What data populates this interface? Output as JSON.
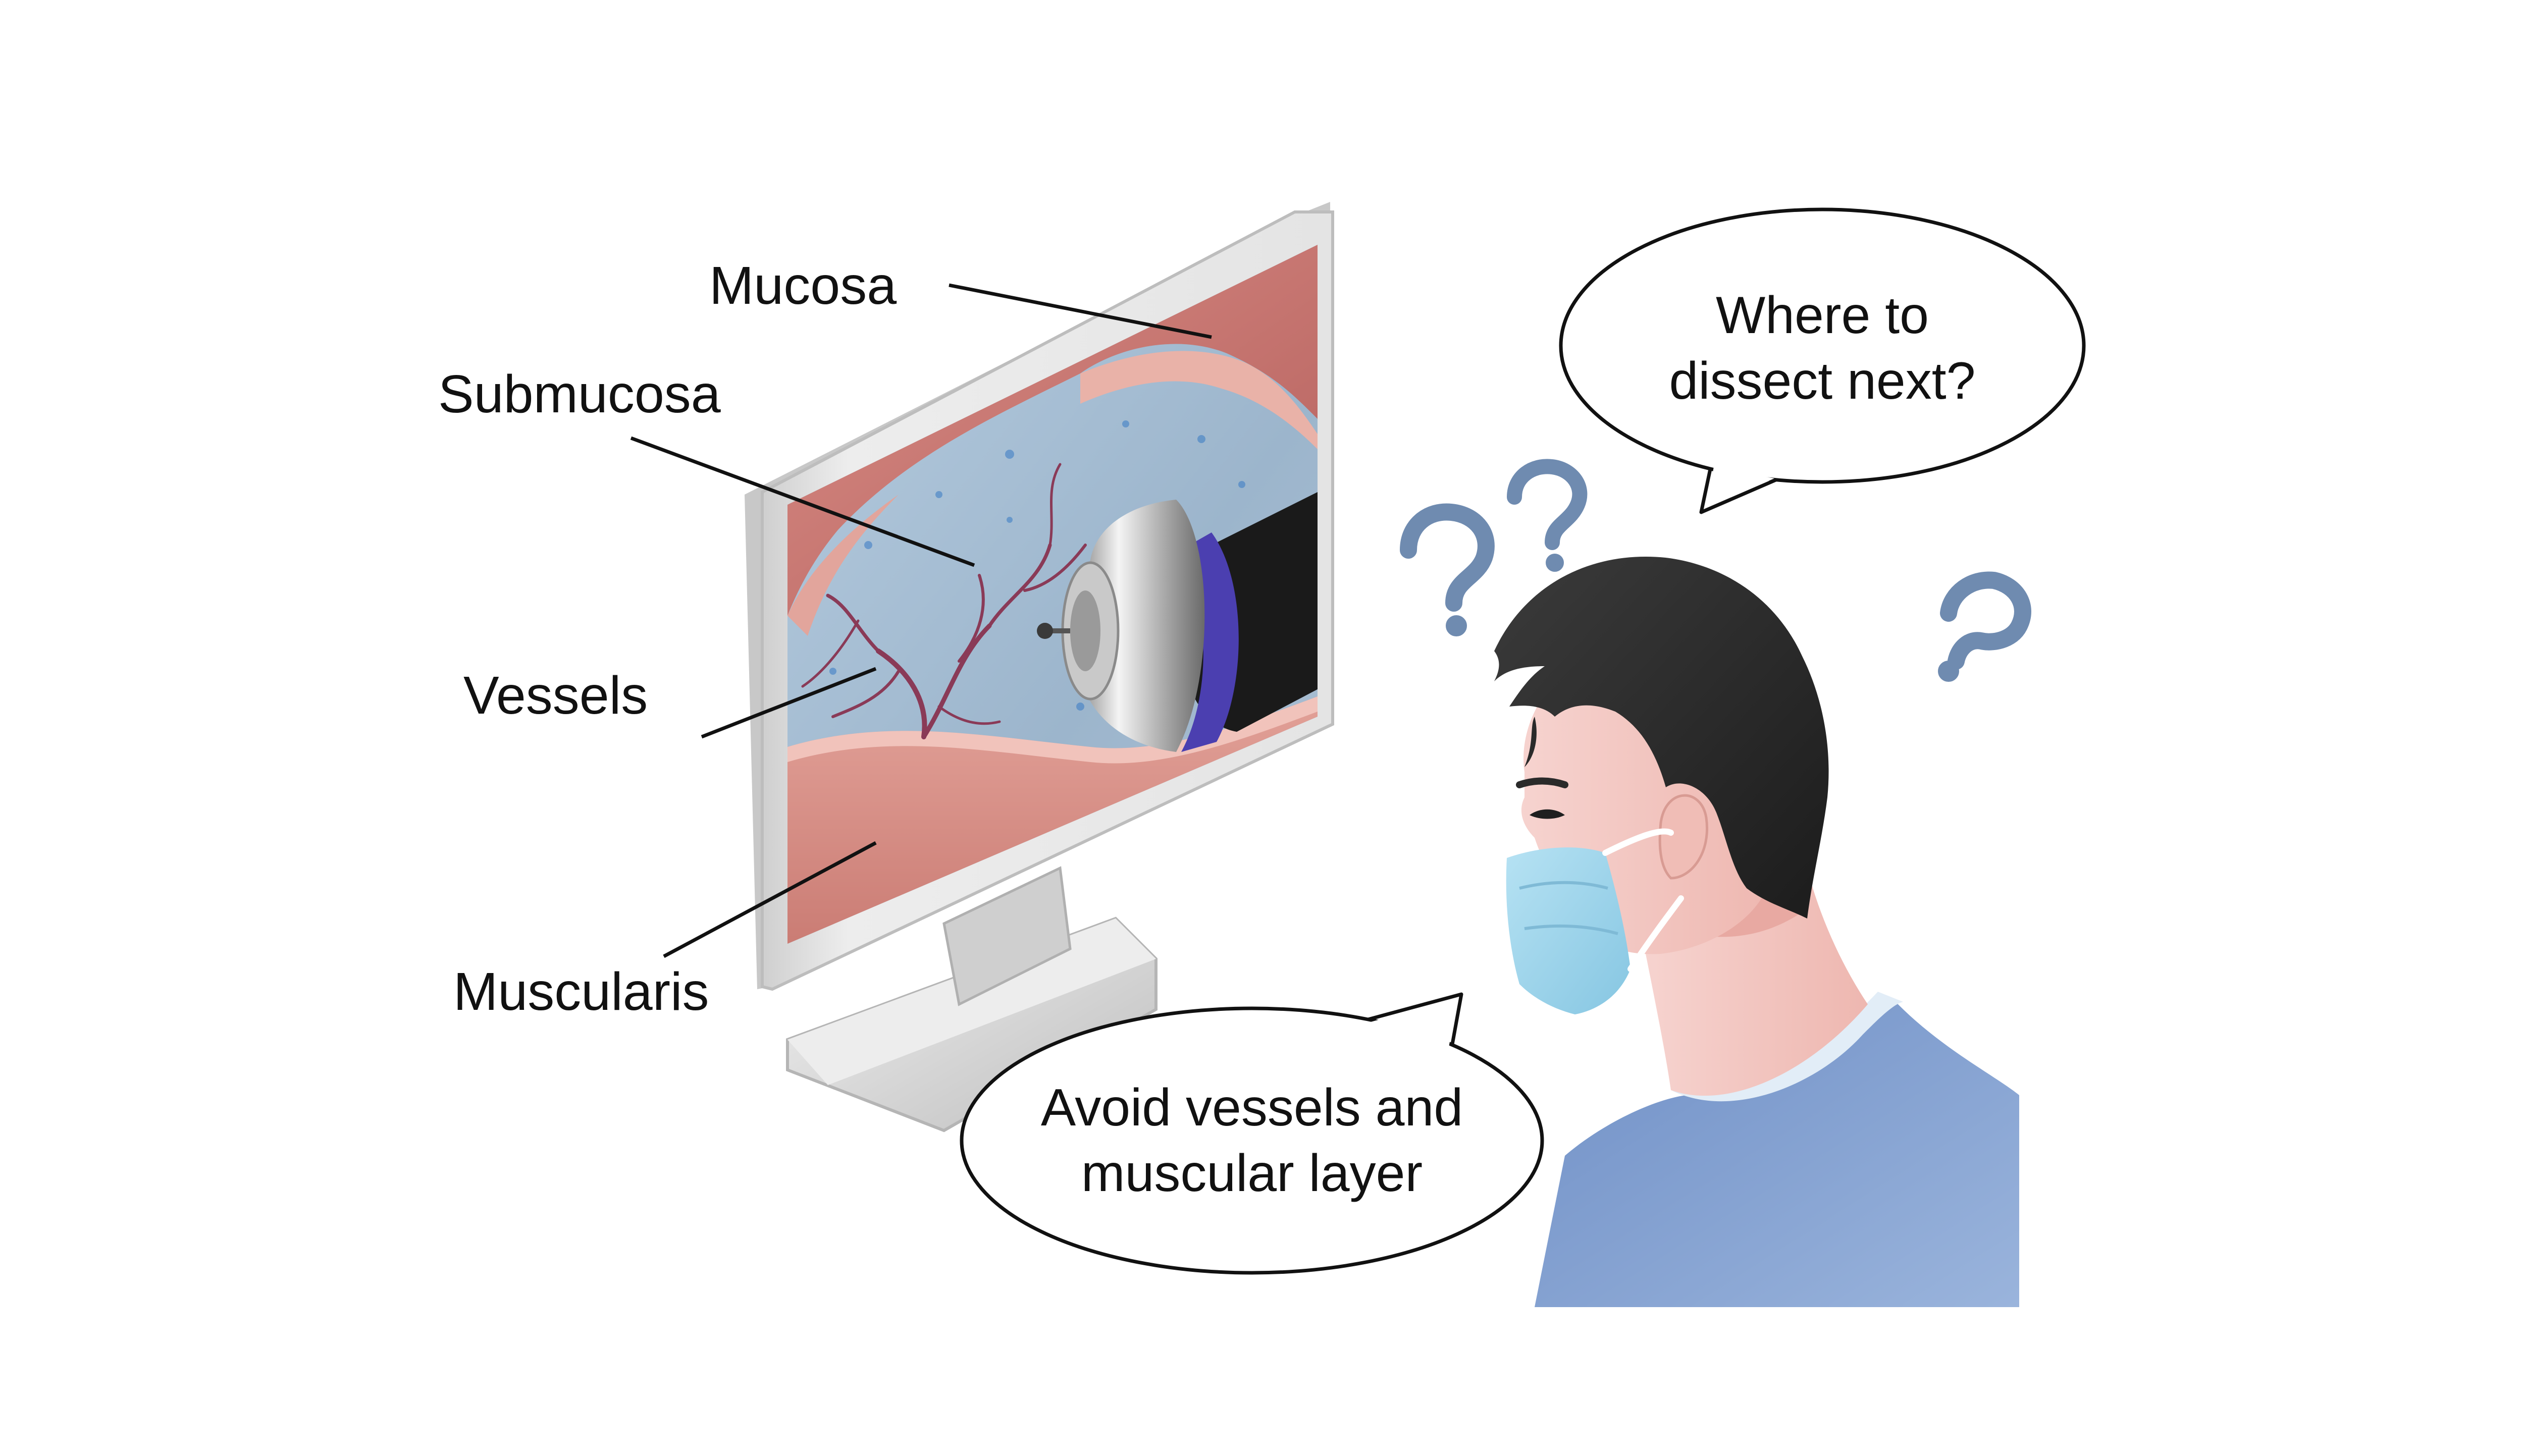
{
  "labels": {
    "mucosa": "Mucosa",
    "submucosa": "Submucosa",
    "vessels": "Vessels",
    "muscularis": "Muscularis"
  },
  "bubbles": {
    "question": {
      "line1": "Where to",
      "line2": "dissect next?"
    },
    "advice": {
      "line1": "Avoid vessels and",
      "line2": "muscular layer"
    }
  },
  "colors": {
    "monitor_frame": "#e3e3e3",
    "tissue_submucosa": "#9fb9cf",
    "tissue_muscularis": "#d88f86",
    "vessel": "#8a3a57",
    "instrument_band": "#4b3fb0",
    "shirt": "#7d9cd0",
    "mask": "#9fd3ea",
    "question_mark": "#6f8bb0"
  },
  "icons": [
    "monitor-icon",
    "endoscope-icon",
    "question-mark-icon",
    "speech-bubble-icon",
    "doctor-figure"
  ]
}
